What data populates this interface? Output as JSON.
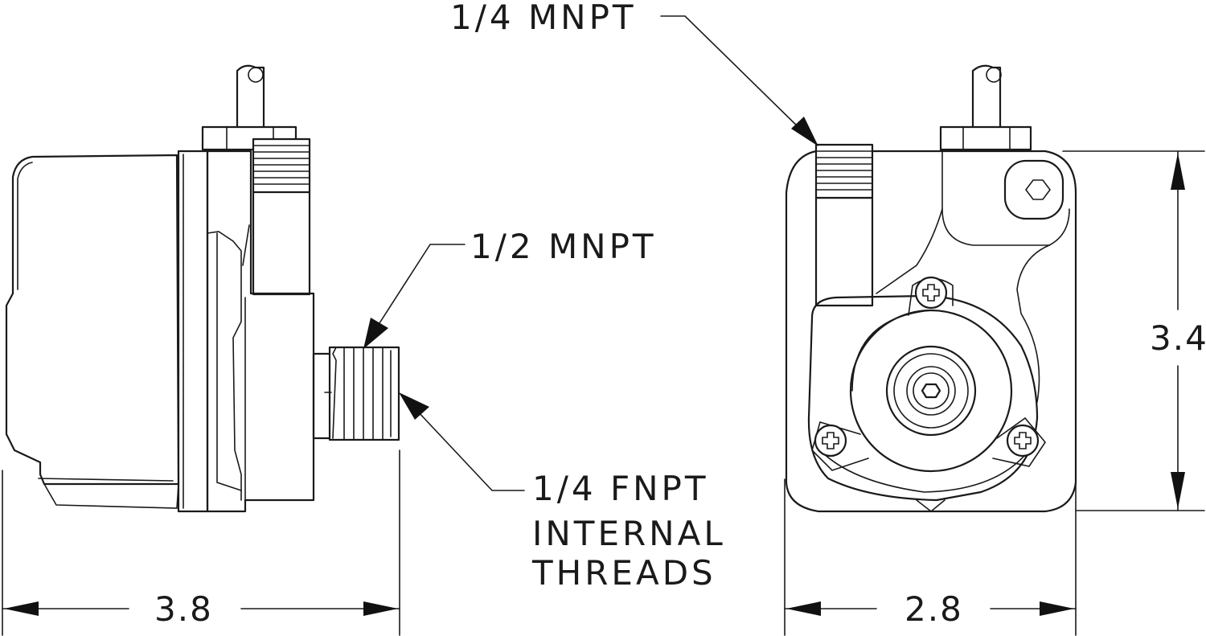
{
  "callouts": {
    "top_fitting": "1/4 MNPT",
    "side_fitting": "1/2 MNPT",
    "internal_line1": "1/4 FNPT",
    "internal_line2": "INTERNAL",
    "internal_line3": "THREADS"
  },
  "dimensions": {
    "side_width": "3.8",
    "front_width": "2.8",
    "front_height": "3.4"
  },
  "colors": {
    "line": "#1a1a1a",
    "background": "#ffffff"
  }
}
